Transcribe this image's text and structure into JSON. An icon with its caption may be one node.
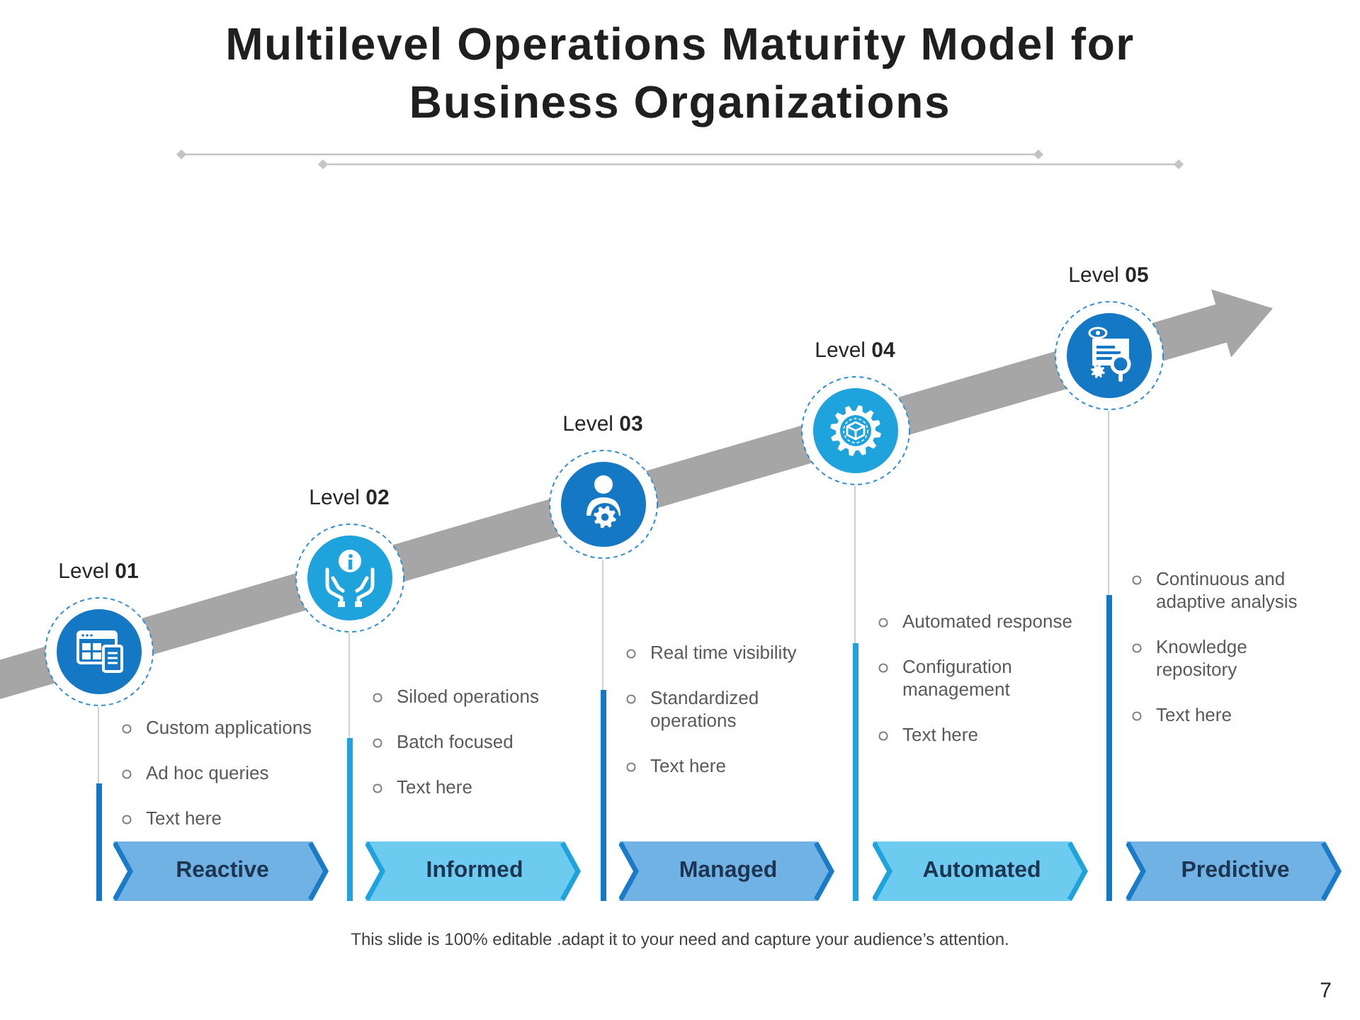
{
  "diagram": {
    "title": "Multilevel Operations Maturity Model for Business Organizations",
    "caption": "This slide is 100% editable .adapt it to your need and capture your audience’s attention.",
    "nodes": [
      {
        "text": [
          "Level **01**"
        ]
      },
      {
        "text": [],
        "shape": "bar"
      },
      {
        "text": [
          "Reactive"
        ]
      },
      {
        "text": [
          "Level **02**"
        ]
      },
      {
        "text": [],
        "shape": "bar"
      },
      {
        "text": [
          "Informed"
        ]
      },
      {
        "text": [
          "Level **03**"
        ]
      },
      {
        "text": [],
        "shape": "bar"
      },
      {
        "text": [
          "Managed"
        ]
      },
      {
        "text": [
          "Level **04**"
        ]
      },
      {
        "text": [],
        "shape": "bar"
      },
      {
        "text": [
          "Automated"
        ]
      },
      {
        "text": [
          "Level **05**"
        ]
      },
      {
        "text": [],
        "shape": "bar"
      },
      {
        "text": [
          "Predictive"
        ]
      }
    ],
    "edges": [
      {
        "from": 0,
        "to": 1,
        "arrow": "none"
      },
      {
        "from": 3,
        "to": 4,
        "arrow": "none"
      },
      {
        "from": 6,
        "to": 7,
        "arrow": "none"
      },
      {
        "from": 9,
        "to": 10,
        "arrow": "none"
      },
      {
        "from": 12,
        "to": 13,
        "arrow": "none"
      }
    ],
    "labels": [
      "Custom applications",
      "Ad hoc queries",
      "Text here",
      "Siloed operations",
      "Batch focused",
      "Text here",
      "Real time visibility",
      "Standardized operations",
      "Text here",
      "Automated response",
      "Configuration management",
      "Text here",
      "Continuous and adaptive analysis",
      "Knowledge repository",
      "Text here",
      "7"
    ]
  }
}
